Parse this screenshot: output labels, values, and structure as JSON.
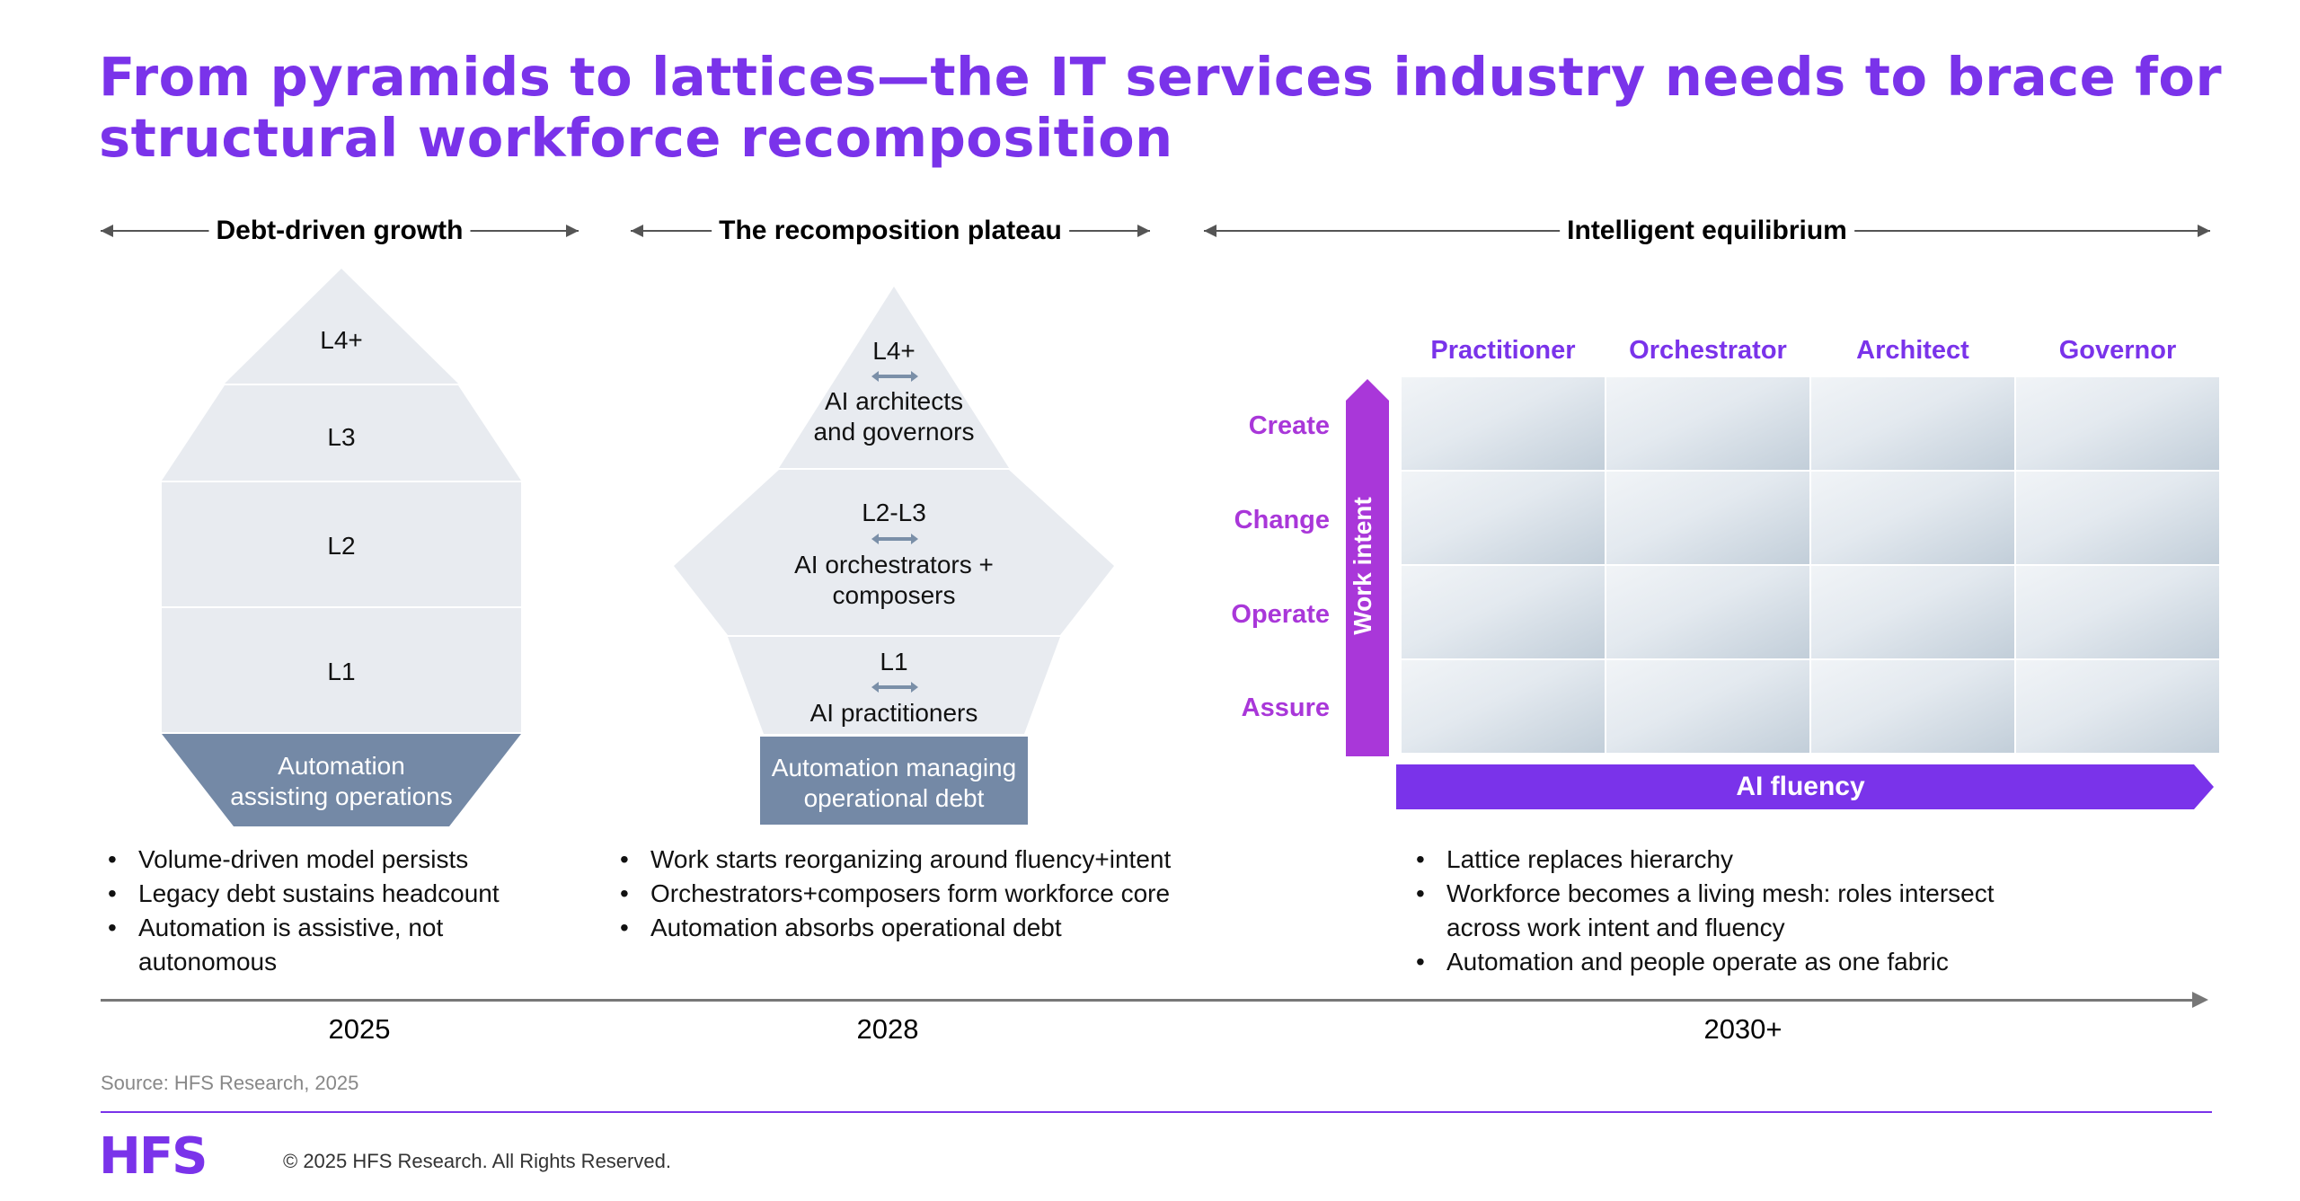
{
  "title": "From pyramids to lattices—the IT services industry needs to brace for structural workforce recomposition",
  "stages": {
    "stage1": "Debt-driven growth",
    "stage2": "The recomposition plateau",
    "stage3": "Intelligent equilibrium"
  },
  "pyramid2025": {
    "levels": [
      "L4+",
      "L3",
      "L2",
      "L1"
    ],
    "base_line1": "Automation",
    "base_line2": "assisting operations"
  },
  "plateau2028": {
    "top_level": "L4+",
    "top_role1": "AI architects",
    "top_role2": "and governors",
    "mid_level": "L2-L3",
    "mid_role1": "AI orchestrators +",
    "mid_role2": "composers",
    "low_level": "L1",
    "low_role": "AI practitioners",
    "base_line1": "Automation managing",
    "base_line2": "operational debt"
  },
  "lattice": {
    "columns": [
      "Practitioner",
      "Orchestrator",
      "Architect",
      "Governor"
    ],
    "rows": [
      "Create",
      "Change",
      "Operate",
      "Assure"
    ],
    "y_axis_label": "Work intent",
    "x_axis_label": "AI fluency"
  },
  "bullets": {
    "col2025": [
      "Volume-driven model persists",
      "Legacy debt sustains headcount",
      "Automation is assistive, not autonomous"
    ],
    "col2028": [
      "Work starts reorganizing around fluency+intent",
      "Orchestrators+composers form workforce core",
      "Automation absorbs operational debt"
    ],
    "col2030": [
      "Lattice replaces hierarchy",
      "Workforce becomes a living mesh: roles intersect across work intent and fluency",
      "Automation and people operate as one fabric"
    ]
  },
  "years": [
    "2025",
    "2028",
    "2030+"
  ],
  "source": "Source: HFS Research, 2025",
  "footer": {
    "logo": "HFS",
    "copyright": "© 2025 HFS Research. All Rights Reserved."
  },
  "colors": {
    "title_purple": "#7a33ea",
    "axis_magenta": "#a937d9",
    "fluency_purple": "#7a33ea",
    "shape_fill": "#e8ebf0",
    "base_slate": "#7489a6"
  }
}
